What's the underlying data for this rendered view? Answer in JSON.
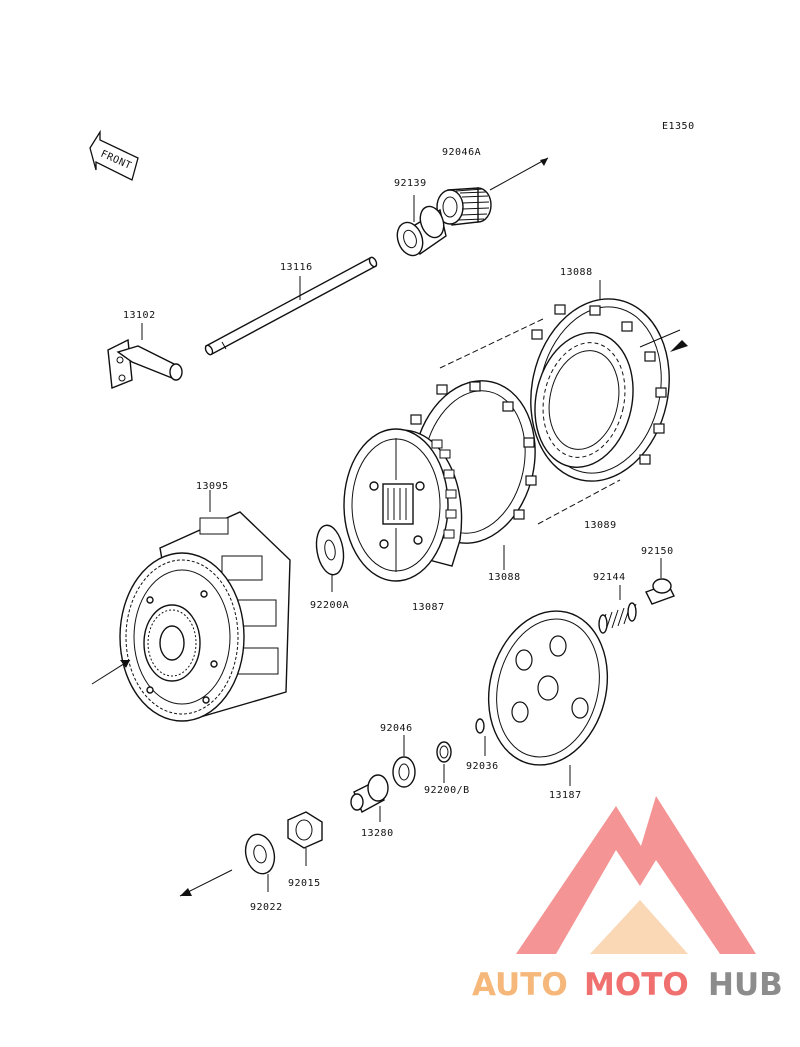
{
  "diagram": {
    "code": "E1350",
    "front_label": "FRONT",
    "parts": [
      {
        "id": "p92046a",
        "label": "92046A"
      },
      {
        "id": "p92139",
        "label": "92139"
      },
      {
        "id": "p13116",
        "label": "13116"
      },
      {
        "id": "p13088top",
        "label": "13088"
      },
      {
        "id": "p13102",
        "label": "13102"
      },
      {
        "id": "p13095",
        "label": "13095"
      },
      {
        "id": "p13089",
        "label": "13089"
      },
      {
        "id": "p92150",
        "label": "92150"
      },
      {
        "id": "p92144",
        "label": "92144"
      },
      {
        "id": "p13088mid",
        "label": "13088"
      },
      {
        "id": "p92200a",
        "label": "92200A"
      },
      {
        "id": "p13087",
        "label": "13087"
      },
      {
        "id": "p92046",
        "label": "92046"
      },
      {
        "id": "p92036",
        "label": "92036"
      },
      {
        "id": "p92200b",
        "label": "92200/B"
      },
      {
        "id": "p13187",
        "label": "13187"
      },
      {
        "id": "p13280",
        "label": "13280"
      },
      {
        "id": "p92015",
        "label": "92015"
      },
      {
        "id": "p92022",
        "label": "92022"
      }
    ]
  },
  "watermark": {
    "part1": "AUTO",
    "part2": "MOTO",
    "part3": "HUB",
    "color_light": "#f5b87a",
    "color_red": "#f07070",
    "color_gray": "#8c8c8c"
  }
}
